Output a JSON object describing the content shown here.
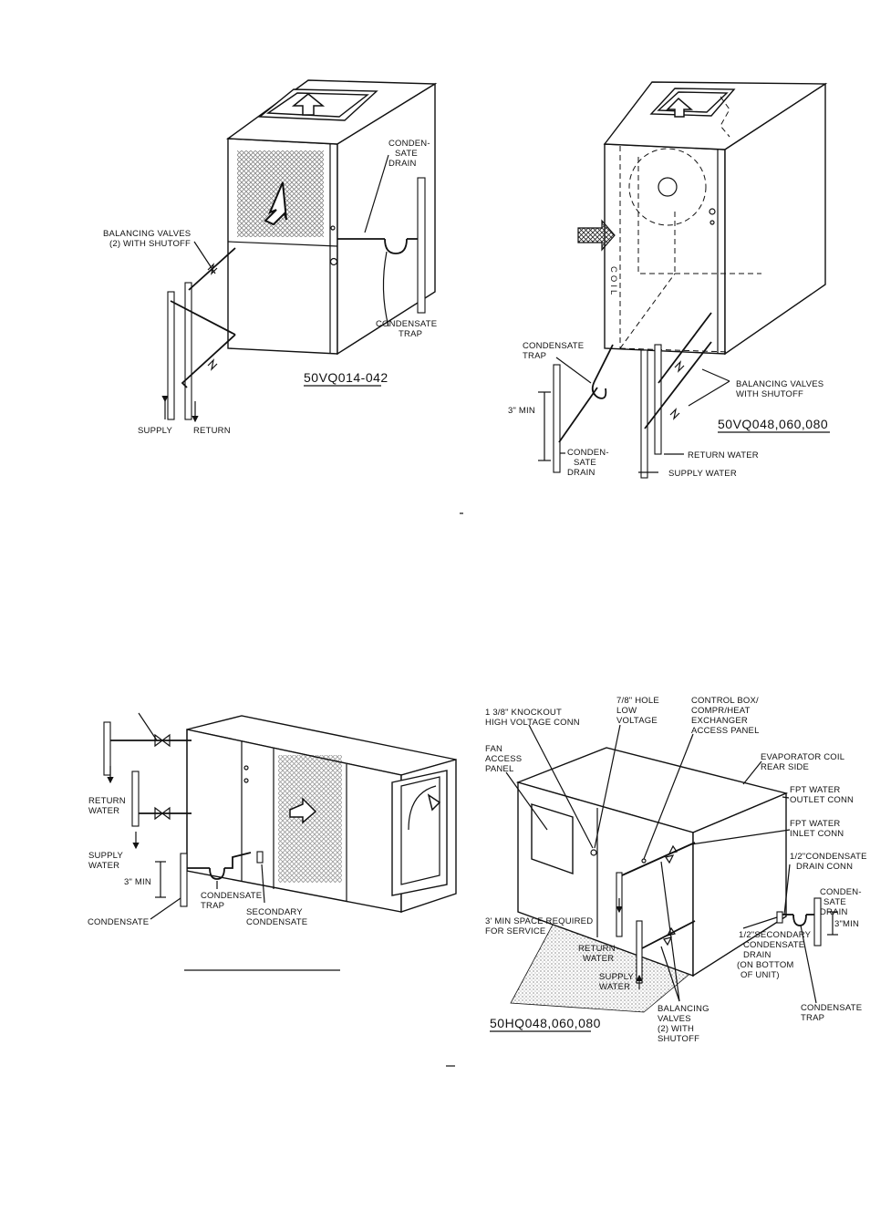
{
  "figures": {
    "top_left": {
      "model": "50VQ014-042",
      "labels": {
        "condensate_drain_1": "CONDEN-",
        "condensate_drain_2": "SATE",
        "condensate_drain_3": "DRAIN",
        "balancing_1": "BALANCING VALVES",
        "balancing_2": "(2) WITH SHUTOFF",
        "trap_1": "CONDENSATE",
        "trap_2": "TRAP",
        "supply": "SUPPLY",
        "return": "RETURN"
      }
    },
    "top_right": {
      "model": "50VQ048,060,080",
      "labels": {
        "coil": "C O I L",
        "trap_1": "CONDENSATE",
        "trap_2": "TRAP",
        "min": "3\" MIN",
        "balancing_1": "BALANCING VALVES",
        "balancing_2": "WITH SHUTOFF",
        "drain_1": "CONDEN-",
        "drain_2": "SATE",
        "drain_3": "DRAIN",
        "return_water": "RETURN WATER",
        "supply_water": "SUPPLY WATER"
      }
    },
    "bottom_left": {
      "labels": {
        "return_1": "RETURN",
        "return_2": "WATER",
        "supply_1": "SUPPLY",
        "supply_2": "WATER",
        "min": "3\" MIN",
        "trap_1": "CONDENSATE",
        "trap_2": "TRAP",
        "condensate": "CONDENSATE",
        "secondary_1": "SECONDARY",
        "secondary_2": "CONDENSATE"
      }
    },
    "bottom_right": {
      "model": "50HQ048,060,080",
      "labels": {
        "knockout_1": "1 3/8\" KNOCKOUT",
        "knockout_2": "HIGH VOLTAGE CONN",
        "hole_1": "7/8\" HOLE",
        "hole_2": "LOW",
        "hole_3": "VOLTAGE",
        "control_1": "CONTROL BOX/",
        "control_2": "COMPR/HEAT",
        "control_3": "EXCHANGER",
        "control_4": "ACCESS PANEL",
        "fan_1": "FAN",
        "fan_2": "ACCESS",
        "fan_3": "PANEL",
        "evap_1": "EVAPORATOR COIL",
        "evap_2": "REAR SIDE",
        "outlet_1": "FPT WATER",
        "outlet_2": "OUTLET CONN",
        "inlet_1": "FPT WATER",
        "inlet_2": "INLET CONN",
        "drain_conn_1": "1/2\"CONDENSATE",
        "drain_conn_2": "DRAIN CONN",
        "cdrain_1": "CONDEN-",
        "cdrain_2": "SATE",
        "cdrain_3": "DRAIN",
        "min": "3\"MIN",
        "space_1": "3' MIN SPACE REQUIRED",
        "space_2": "FOR SERVICE",
        "return_1": "RETURN",
        "return_2": "WATER",
        "supply_1": "SUPPLY",
        "supply_2": "WATER",
        "secondary_1": "1/2\"SECONDARY",
        "secondary_2": "CONDENSATE",
        "secondary_3": "DRAIN",
        "secondary_4": "(ON BOTTOM",
        "secondary_5": "OF UNIT)",
        "balancing_1": "BALANCING",
        "balancing_2": "VALVES",
        "balancing_3": "(2) WITH",
        "balancing_4": "SHUTOFF",
        "trap_1": "CONDENSATE",
        "trap_2": "TRAP"
      }
    }
  }
}
